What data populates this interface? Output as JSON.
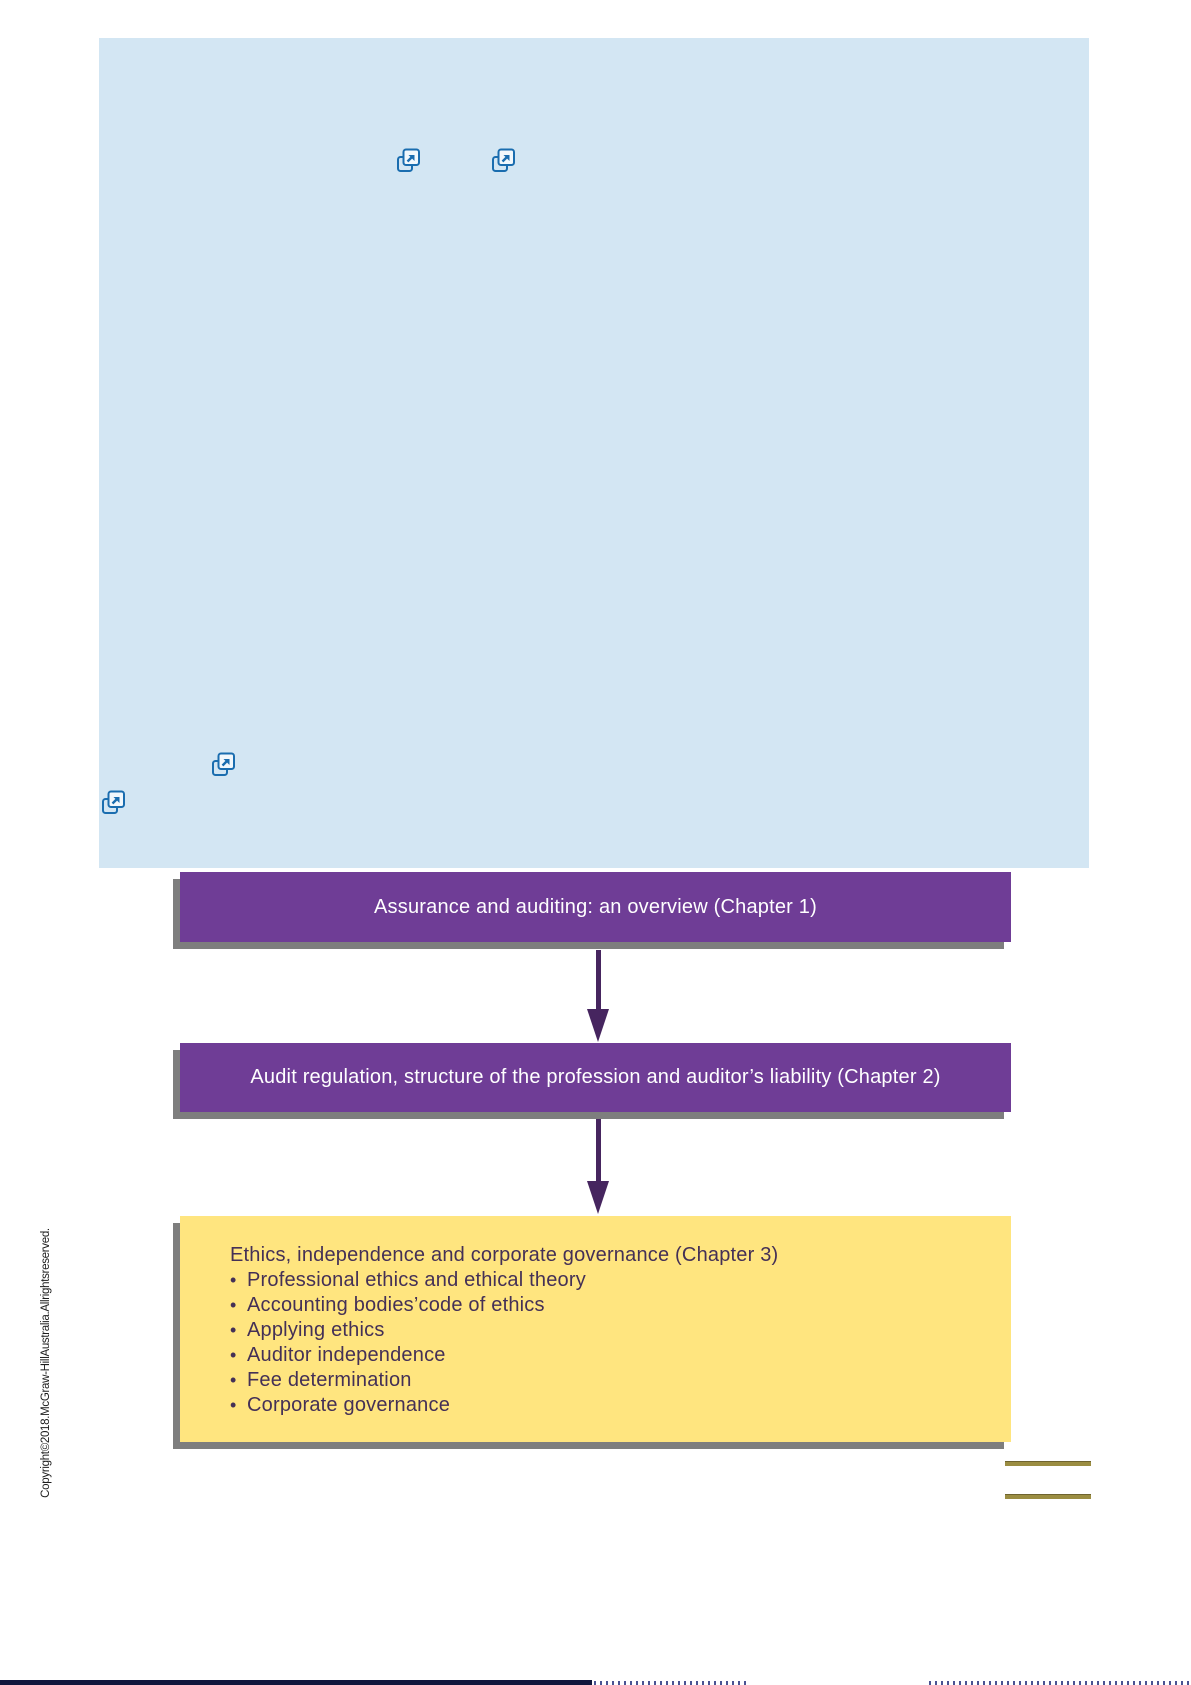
{
  "page": {
    "copyright_vertical": "Copyright©2018.McGraw-HillAustralia.Allrightsreserved."
  },
  "media_panel": {
    "background_color": "#d3e6f3",
    "link_icon": "open-in-new",
    "icon_color": "#1a6daf"
  },
  "flowchart": {
    "box1": {
      "label": "Assurance and auditing: an overview (Chapter 1)"
    },
    "box2": {
      "label": "Audit regulation, structure of the profession and auditor’s liability (Chapter 2)"
    },
    "box3": {
      "title": "Ethics, independence and corporate governance (Chapter 3)",
      "bullets": [
        "Professional ethics and ethical theory",
        "Accounting bodies’code of ethics",
        "Applying ethics",
        "Auditor independence",
        "Fee determination",
        "Corporate governance"
      ]
    },
    "colors": {
      "chapter_box": "#6f3d96",
      "topic_box": "#ffe57f",
      "arrow": "#46255f",
      "shadow": "#7e7e7e",
      "accent_line": "#9b8d42"
    }
  }
}
